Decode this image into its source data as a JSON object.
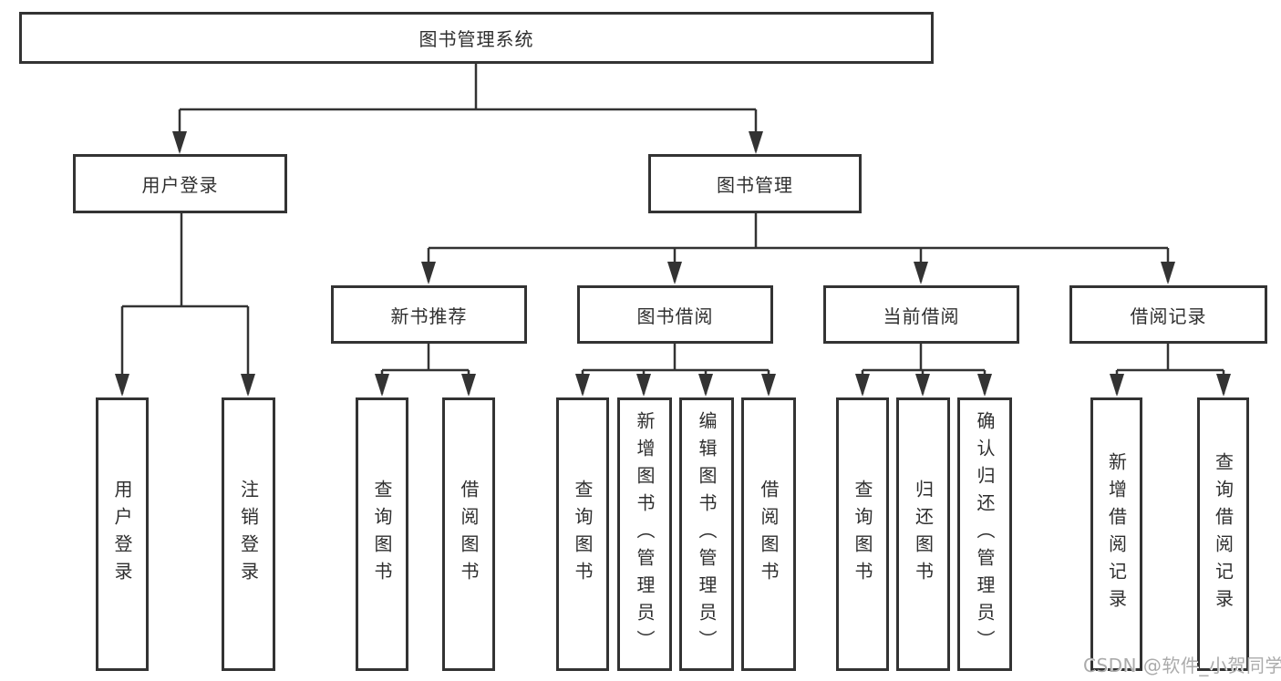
{
  "diagram": {
    "root": {
      "label": "图书管理系统"
    },
    "level2": [
      {
        "label": "用户登录"
      },
      {
        "label": "图书管理"
      }
    ],
    "level3": [
      {
        "label": "新书推荐"
      },
      {
        "label": "图书借阅"
      },
      {
        "label": "当前借阅"
      },
      {
        "label": "借阅记录"
      }
    ],
    "leaves": [
      {
        "label": "用户登录"
      },
      {
        "label": "注销登录"
      },
      {
        "label": "查询图书"
      },
      {
        "label": "借阅图书"
      },
      {
        "label": "查询图书"
      },
      {
        "label": "新增图书（管理员）"
      },
      {
        "label": "编辑图书（管理员）"
      },
      {
        "label": "借阅图书"
      },
      {
        "label": "查询图书"
      },
      {
        "label": "归还图书"
      },
      {
        "label": "确认归还（管理员）"
      },
      {
        "label": "新增借阅记录"
      },
      {
        "label": "查询借阅记录"
      }
    ],
    "watermark": "CSDN @软件_小贺同学",
    "colors": {
      "line": "#333333",
      "text": "#2f2f2f",
      "box_background": "#ffffff",
      "watermark": "#ababab"
    }
  }
}
